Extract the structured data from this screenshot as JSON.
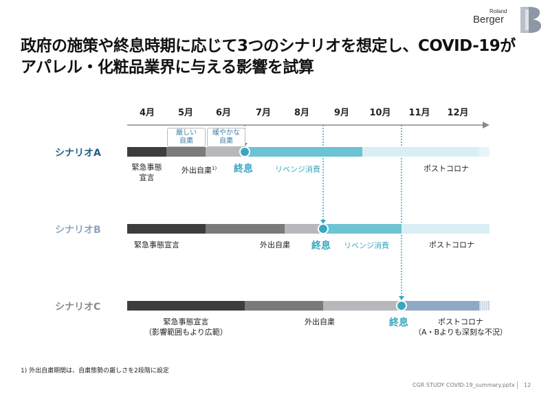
{
  "logo": {
    "line1": "Roland",
    "line2": "Berger"
  },
  "title": {
    "line1": "政府の施策や終息時期に応じて3つのシナリオを想定し、COVID-19が",
    "line2": "アパレル・化粧品業界に与える影響を試算"
  },
  "months": [
    "4月",
    "5月",
    "6月",
    "7月",
    "8月",
    "9月",
    "10月",
    "11月",
    "12月"
  ],
  "brackets": [
    {
      "line1": "厳しい",
      "line2": "自粛"
    },
    {
      "line1": "緩やかな",
      "line2": "自粛"
    }
  ],
  "scenarios": [
    {
      "name": "シナリオA",
      "emergency": {
        "line1": "緊急事態",
        "line2": "宣言"
      },
      "restriction": "外出自粛",
      "restriction_sup": "1)",
      "end": "終息",
      "revenge": "リベンジ消費",
      "post": "ポストコロナ"
    },
    {
      "name": "シナリオB",
      "emergency": "緊急事態宣言",
      "restriction": "外出自粛",
      "end": "終息",
      "revenge": "リベンジ消費",
      "post": "ポストコロナ"
    },
    {
      "name": "シナリオC",
      "emergency": {
        "line1": "緊急事態宣言",
        "line2": "（影響範囲もより広範）"
      },
      "restriction": "外出自粛",
      "end": "終息",
      "post": {
        "line1": "ポストコロナ",
        "line2": "（A・Bよりも深刻な不況）"
      }
    }
  ],
  "footnote": "1) 外出自粛期間は、自粛態勢の厳しさを2段階に設定",
  "footer": {
    "file": "CGR STUDY COVID-19_summary.pptx",
    "page": "12"
  },
  "colors": {
    "emergency": "#3d3d3d",
    "restriction_dark": "#7a7a7a",
    "restriction_light": "#b8b8bc",
    "revenge": "#6cc3d3",
    "post": "#d9eff4",
    "post_c": "#8fa9c4",
    "accent": "#3aa7bf"
  }
}
